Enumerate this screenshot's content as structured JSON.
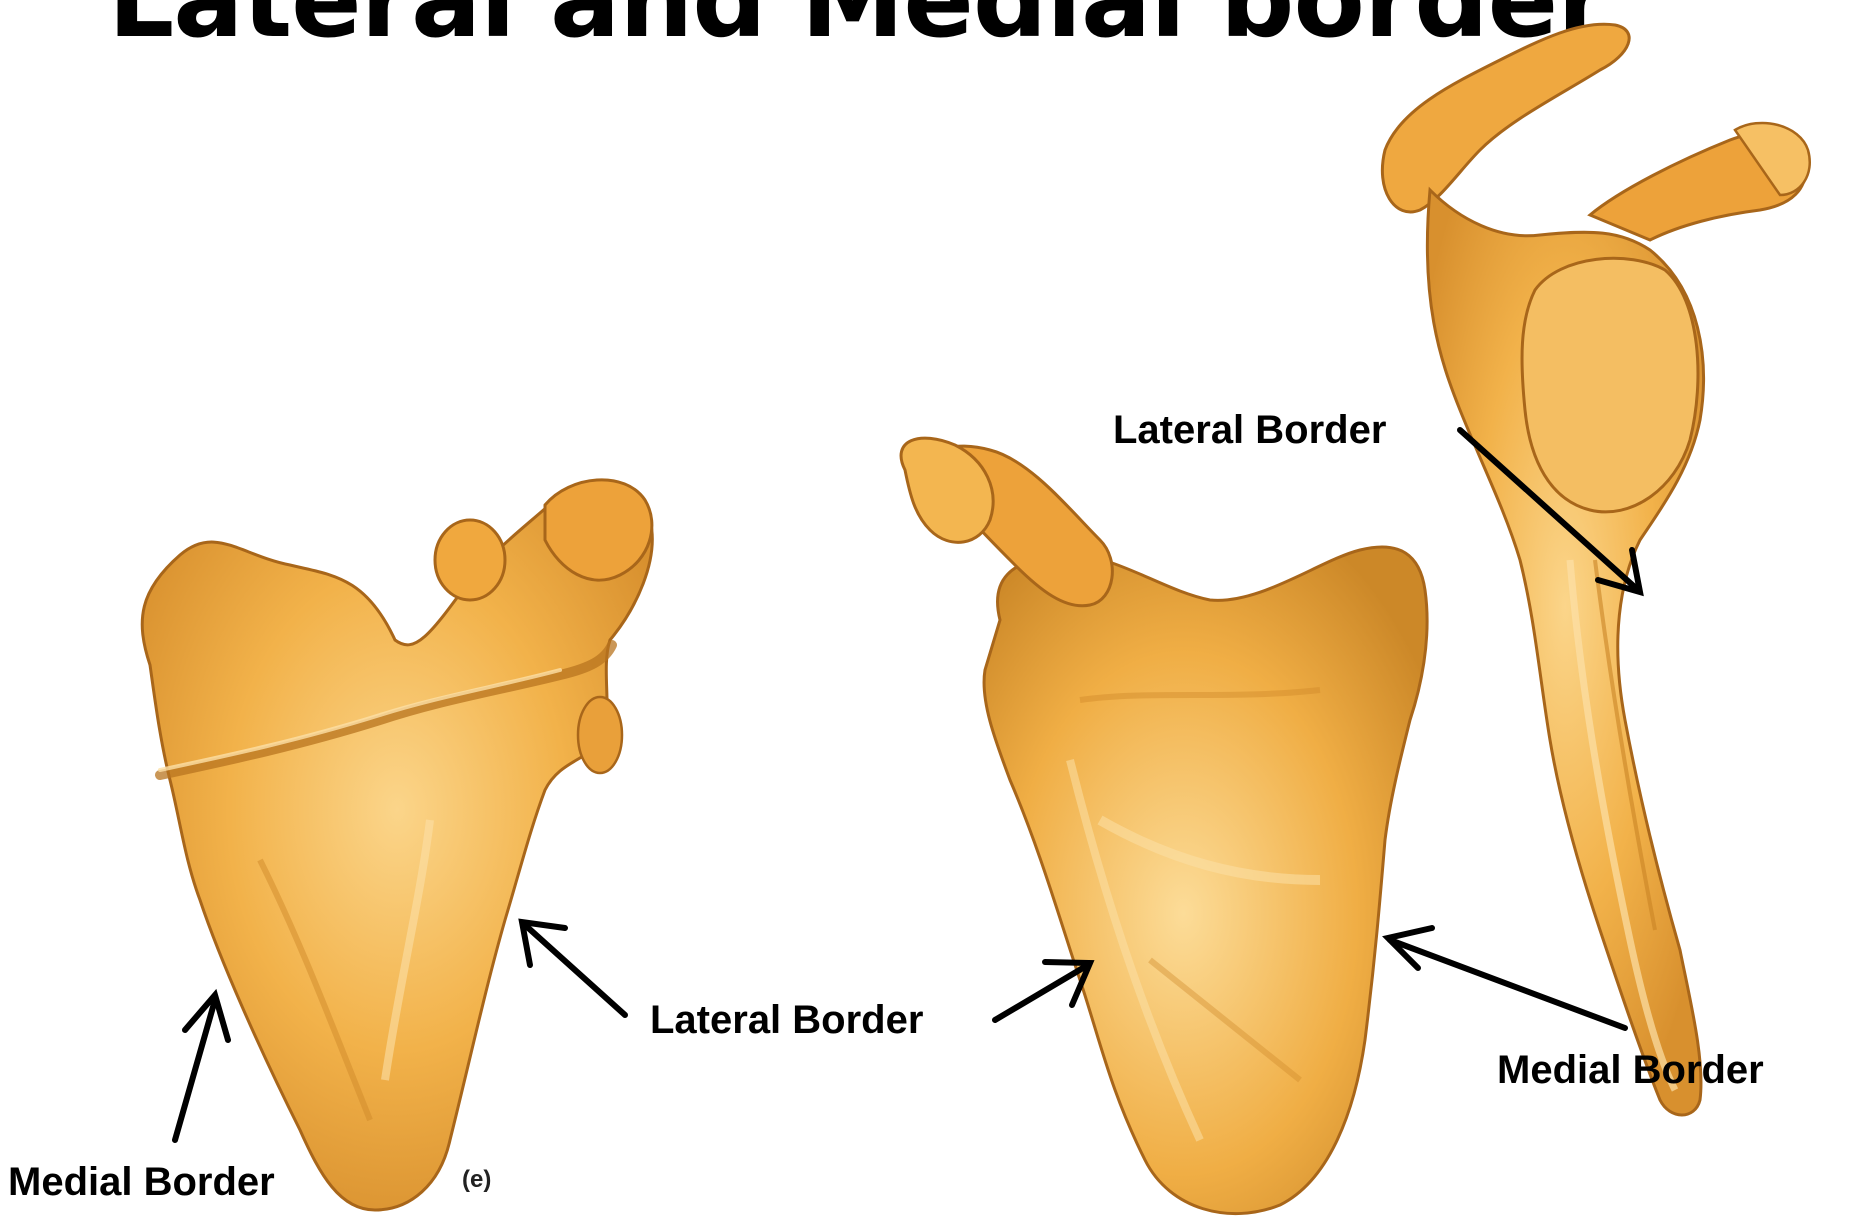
{
  "title": "Lateral and Medial border",
  "labels": {
    "left_medial": "Medial Border",
    "left_lateral": "Lateral Border",
    "right_lateral_top": "Lateral Border",
    "right_medial": "Medial Border"
  },
  "figure_tag": "(e)",
  "colors": {
    "bone_base": "#F2B24A",
    "bone_light": "#FBD58A",
    "bone_dark": "#C98424",
    "outline": "#9A5E12",
    "arrow": "#000000"
  }
}
